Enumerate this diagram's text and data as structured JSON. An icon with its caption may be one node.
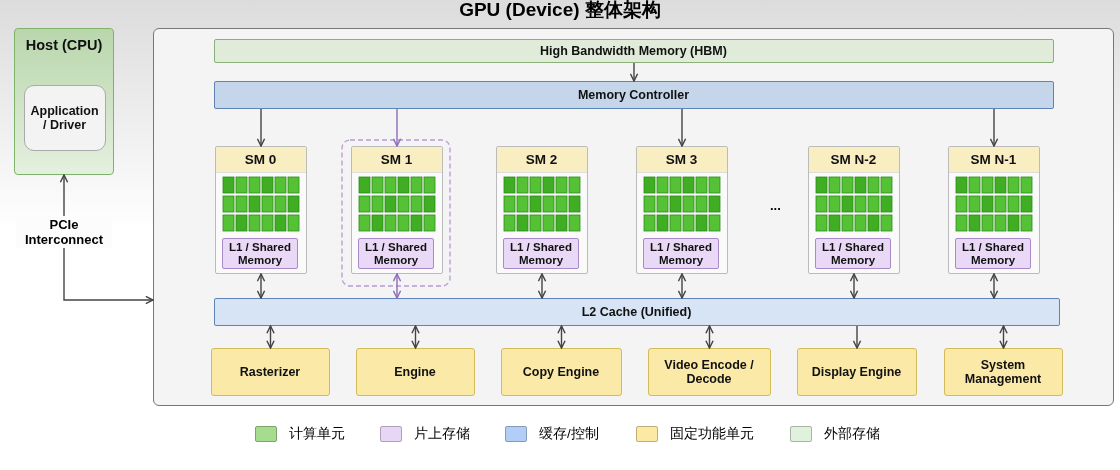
{
  "diagram": {
    "title": "GPU (Device) 整体架构",
    "nodes": [
      {
        "text": [
          "Host (CPU)"
        ]
      },
      {
        "text": [
          "Application / Driver"
        ],
        "in": 0
      },
      {
        "text": [],
        "shape": "box"
      },
      {
        "text": [
          "High Bandwidth Memory (HBM)"
        ],
        "in": 2
      },
      {
        "text": [
          "Memory Controller"
        ],
        "in": 2
      },
      {
        "text": [
          "SM 0"
        ],
        "in": 2
      },
      {
        "text": [
          "L1 / Shared Memory"
        ],
        "in": 5
      },
      {
        "text": [
          "SM 1"
        ],
        "in": 2
      },
      {
        "text": [
          "L1 / Shared Memory"
        ],
        "in": 7
      },
      {
        "text": [
          "SM 2"
        ],
        "in": 2
      },
      {
        "text": [
          "L1 / Shared Memory"
        ],
        "in": 9
      },
      {
        "text": [
          "SM 3"
        ],
        "in": 2
      },
      {
        "text": [
          "L1 / Shared Memory"
        ],
        "in": 11
      },
      {
        "text": [
          "SM N-2"
        ],
        "in": 2
      },
      {
        "text": [
          "L1 / Shared Memory"
        ],
        "in": 13
      },
      {
        "text": [
          "SM N-1"
        ],
        "in": 2
      },
      {
        "text": [
          "L1 / Shared Memory"
        ],
        "in": 15
      },
      {
        "text": [
          "L2 Cache (Unified)"
        ],
        "in": 2
      },
      {
        "text": [
          "Rasterizer"
        ],
        "in": 2
      },
      {
        "text": [
          "Engine"
        ],
        "in": 2
      },
      {
        "text": [
          "Copy Engine"
        ],
        "in": 2
      },
      {
        "text": [
          "Video Encode / Decode"
        ],
        "in": 2
      },
      {
        "text": [
          "Display Engine"
        ],
        "in": 2
      },
      {
        "text": [
          "System Management"
        ],
        "in": 2
      }
    ],
    "edges": [
      {
        "from": 0,
        "to": 2,
        "arrow": "both",
        "label": "PCIe Interconnect"
      },
      {
        "from": 3,
        "to": 4,
        "arrow": "to"
      },
      {
        "from": 4,
        "to": 5,
        "arrow": "to"
      },
      {
        "from": 4,
        "to": 7,
        "arrow": "to",
        "color": "#8e6bb8"
      },
      {
        "from": 4,
        "to": 11,
        "arrow": "to"
      },
      {
        "from": 4,
        "to": 15,
        "arrow": "to"
      },
      {
        "from": 5,
        "to": 17,
        "arrow": "both"
      },
      {
        "from": 7,
        "to": 17,
        "arrow": "both",
        "color": "#8e6bb8"
      },
      {
        "from": 9,
        "to": 17,
        "arrow": "both"
      },
      {
        "from": 11,
        "to": 17,
        "arrow": "both"
      },
      {
        "from": 13,
        "to": 17,
        "arrow": "both"
      },
      {
        "from": 15,
        "to": 17,
        "arrow": "both"
      },
      {
        "from": 17,
        "to": 18,
        "arrow": "both"
      },
      {
        "from": 17,
        "to": 19,
        "arrow": "both"
      },
      {
        "from": 17,
        "to": 20,
        "arrow": "both"
      },
      {
        "from": 17,
        "to": 21,
        "arrow": "both"
      },
      {
        "from": 17,
        "to": 22,
        "arrow": "to"
      },
      {
        "from": 17,
        "to": 23,
        "arrow": "both"
      }
    ],
    "labels": [
      "..."
    ],
    "legend": [
      {
        "text": "计算单元",
        "color": "#a6dc8e"
      },
      {
        "text": "片上存储",
        "color": "#e8d6f6"
      },
      {
        "text": "缓存/控制",
        "color": "#b3cef6"
      },
      {
        "text": "固定功能单元",
        "color": "#fbe9a4"
      },
      {
        "text": "外部存储",
        "color": "#e0f1dc"
      }
    ]
  }
}
